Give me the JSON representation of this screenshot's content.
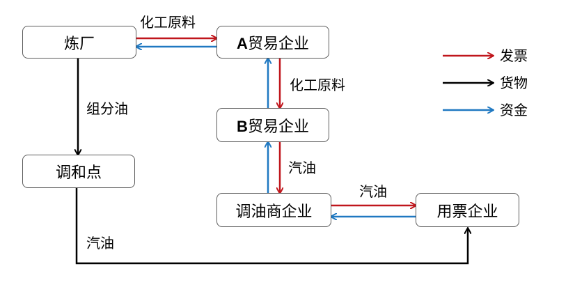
{
  "nodes": {
    "refinery": "炼厂",
    "trade_a_prefix": "A",
    "trade_a_name": "贸易企业",
    "trade_b_prefix": "B",
    "trade_b_name": "贸易企业",
    "blend_point": "调和点",
    "blender": "调油商企业",
    "invoice_user": "用票企业"
  },
  "edge_labels": {
    "refinery_to_a": "化工原料",
    "a_to_b": "化工原料",
    "refinery_to_blend": "组分油",
    "b_to_blender": "汽油",
    "blender_to_user": "汽油",
    "blend_to_user": "汽油"
  },
  "legend": {
    "invoice": "发票",
    "goods": "货物",
    "funds": "资金"
  },
  "colors": {
    "invoice": "#c0161c",
    "goods": "#000000",
    "funds": "#1f78c1"
  }
}
